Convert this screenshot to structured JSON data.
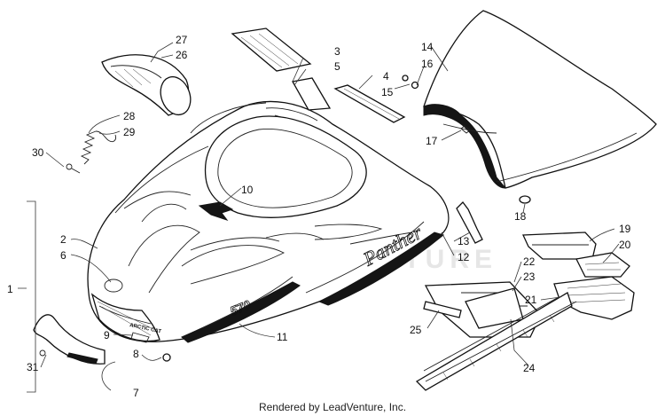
{
  "callouts": [
    {
      "id": "c1",
      "label": "1"
    },
    {
      "id": "c2",
      "label": "2"
    },
    {
      "id": "c3",
      "label": "3"
    },
    {
      "id": "c4",
      "label": "4"
    },
    {
      "id": "c5",
      "label": "5"
    },
    {
      "id": "c6",
      "label": "6"
    },
    {
      "id": "c7",
      "label": "7"
    },
    {
      "id": "c8",
      "label": "8"
    },
    {
      "id": "c9",
      "label": "9"
    },
    {
      "id": "c10",
      "label": "10"
    },
    {
      "id": "c11",
      "label": "11"
    },
    {
      "id": "c12",
      "label": "12"
    },
    {
      "id": "c13",
      "label": "13"
    },
    {
      "id": "c14",
      "label": "14"
    },
    {
      "id": "c15",
      "label": "15"
    },
    {
      "id": "c16",
      "label": "16"
    },
    {
      "id": "c17",
      "label": "17"
    },
    {
      "id": "c18",
      "label": "18"
    },
    {
      "id": "c19",
      "label": "19"
    },
    {
      "id": "c20",
      "label": "20"
    },
    {
      "id": "c21",
      "label": "21"
    },
    {
      "id": "c22",
      "label": "22"
    },
    {
      "id": "c23",
      "label": "23"
    },
    {
      "id": "c24",
      "label": "24"
    },
    {
      "id": "c25",
      "label": "25"
    },
    {
      "id": "c26",
      "label": "26"
    },
    {
      "id": "c27",
      "label": "27"
    },
    {
      "id": "c28",
      "label": "28"
    },
    {
      "id": "c29",
      "label": "29"
    },
    {
      "id": "c30",
      "label": "30"
    },
    {
      "id": "c31",
      "label": "31"
    }
  ],
  "decals": {
    "brand": "ARCTIC CAT",
    "script": "Panther",
    "model": "570"
  },
  "watermark": "LEADVENTURE",
  "footer": "Rendered by LeadVenture, Inc."
}
